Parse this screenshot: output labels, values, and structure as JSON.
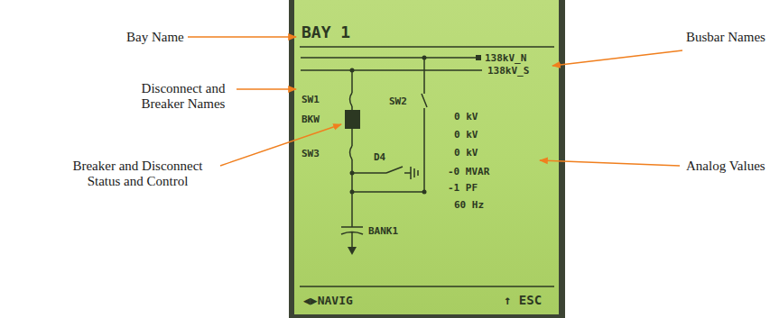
{
  "diagram": {
    "labels": [
      "Bay Name",
      "Disconnect and Breaker Names",
      "Breaker and Disconnect Status and Control",
      "Busbar Names",
      "Analog Values",
      "BAY 1",
      "138kV_N",
      "138kV_S",
      "SW1",
      "BKW",
      "SW2",
      "SW3",
      "D4",
      "0 kV",
      "0 kV",
      "0 kV",
      "-0 MVAR",
      "-1 PF",
      "60 Hz",
      "BANK1",
      "◀▶NAVIG",
      "↑ ESC"
    ]
  }
}
